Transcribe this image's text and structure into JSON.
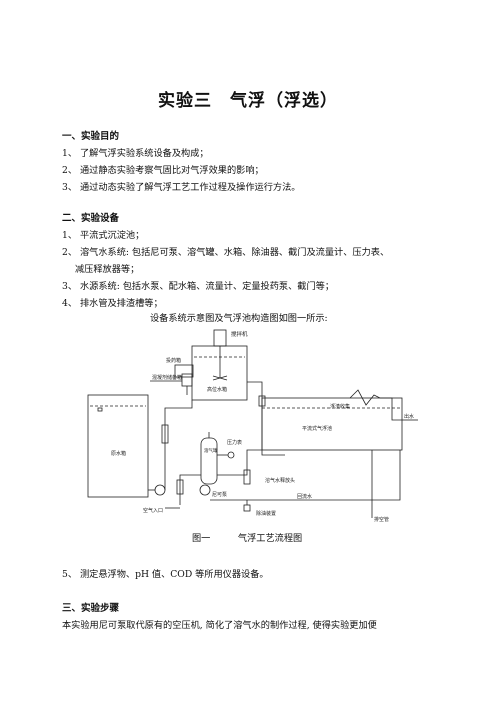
{
  "title": "实验三　气浮（浮选）",
  "section1": {
    "heading": "一、实验目的",
    "items": [
      "1、 了解气浮实验系统设备及构成；",
      "2、 通过静态实验考察气固比对气浮效果的影响；",
      "3、 通过动态实验了解气浮工艺工作过程及操作运行方法。"
    ]
  },
  "section2": {
    "heading": "二、实验设备",
    "items": [
      "1、 平流式沉淀池；",
      "2、 溶气水系统: 包括尼可泵、溶气罐、水箱、除油器、截门及流量计、压力表、",
      "减压释放器等；",
      "3、 水源系统: 包括水泵、配水箱、流量计、定量投药泵、截门等；",
      "4、 排水管及排渣槽等；"
    ],
    "figure_intro": "设备系统示意图及气浮池构造图如图一所示:"
  },
  "figure": {
    "caption": "图一　　　气浮工艺流程图",
    "labels": {
      "stirrer": "搅拌机",
      "dosing_box": "投药箱",
      "coag_box": "混凝剂储备箱",
      "high_tank": "高位水箱",
      "raw_tank": "原水箱",
      "scum_tank": "浮渣收集",
      "flotation": "平流式气浮池",
      "outlet": "出水",
      "pressure_gauge": "压力表",
      "dissolved_tank": "溶气罐",
      "release_head": "溶气水释放头",
      "nikuni_pump": "尼可泵",
      "reflux": "回流水",
      "air_inlet": "空气入口",
      "deoiler": "除油装置",
      "drain": "排空管"
    }
  },
  "item5": "5、 测定悬浮物、pH 值、COD 等所用仪器设备。",
  "section3": {
    "heading": "三、实验步骤",
    "para": "本实验用尼可泵取代原有的空压机, 简化了溶气水的制作过程, 使得实验更加便"
  }
}
